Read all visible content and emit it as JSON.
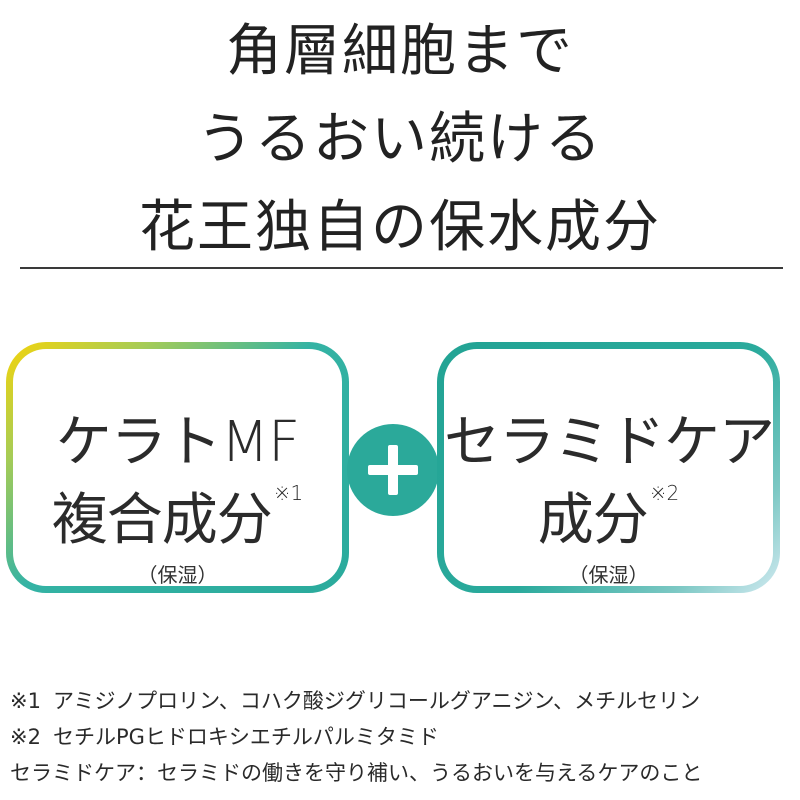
{
  "headline": {
    "line1": "角層細胞まで",
    "line2": "うるおい続ける",
    "line3": "花王独自の保水成分"
  },
  "left_box": {
    "line1": "ケラトMF",
    "line2": "複合成分",
    "note_ref": "※1",
    "sub": "（保湿）"
  },
  "right_box": {
    "line1": "セラミドケア",
    "line2": "成分",
    "note_ref": "※2",
    "sub": "（保湿）"
  },
  "plus_icon": "plus-icon",
  "colors": {
    "teal": "#2ba99a",
    "yellow": "#f5d40a",
    "light_blue": "#d2eaf1"
  },
  "footnotes": {
    "note1_marker": "※1",
    "note1_text": "アミジノプロリン、コハク酸ジグリコールグアニジン、メチルセリン",
    "note2_marker": "※2",
    "note2_text": "セチルPGヒドロキシエチルパルミタミド",
    "note3_text": "セラミドケア：セラミドの働きを守り補い、うるおいを与えるケアのこと"
  }
}
